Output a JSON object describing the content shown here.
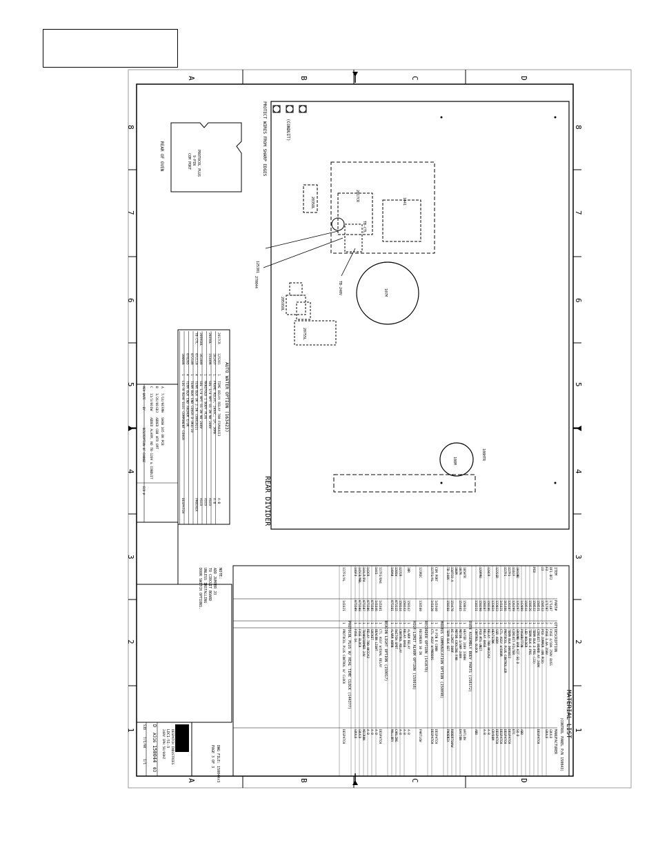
{
  "zone_letters": [
    "A",
    "B",
    "C",
    "D"
  ],
  "zone_numbers": [
    "8",
    "7",
    "6",
    "5",
    "4",
    "3",
    "2",
    "1"
  ],
  "notes": {
    "protect": "PROTECT WIRES FROM SHARP EDGES",
    "conduit": "(CONDUIT)",
    "rear_of_oven": "REAR OF OVEN",
    "protocol_port": [
      "PROTOCOL PLUS",
      "9-PIN",
      "COM PORT"
    ],
    "rear_divider": "REAR DIVIDER",
    "note_title": "NOTE:",
    "note_lines": [
      "ADD JUMPER J3",
      "TO CIRCUIT BOARD",
      "UNLESS INSTALLING",
      "DOOR SWITCH OPTIONS."
    ],
    "dwg_file": "DWG FILE: 150044r3",
    "page": "PAGE 3 OF 3"
  },
  "component_labels": [
    "2017CR",
    "TB-CTL",
    "1441",
    "2035OL",
    "2059SOL",
    "107M",
    "20755L",
    "TB-240V",
    "125301",
    "270044",
    "108M",
    "108HTR"
  ],
  "auto_water": {
    "title": "AUTO WATER OPTION (163423)",
    "rows": [
      [
        "2017CR",
        "125281",
        "1",
        "TIME DELAY RELAY 700-FSM4UU23",
        "A-B"
      ],
      [
        "",
        "161457",
        "1",
        "FRAME RELAY, 24VAC, 1P, 30MA",
        "A-B"
      ],
      [
        "2035OL",
        "153496",
        "1",
        "SOL 1/4 NPT SS 2W NO 240V",
        "ASCO"
      ],
      [
        "",
        "",
        "1",
        "MANIFOLD 1 BODY PLUG",
        "ASCO"
      ],
      [
        "2059SOL",
        "161409",
        "1",
        "SOL 1/4 NPT SS 2W NO 240V",
        "ASCO"
      ],
      [
        "TB-CTL",
        "072110",
        "4",
        "TERM BLK UK 2.5N (3001022)",
        "PHOENIX"
      ],
      [
        "",
        "072109",
        "1",
        "TERM BLK END COVER D-UK4/10",
        ""
      ],
      [
        "",
        "078265",
        "4",
        "TERM BLK END ANCHOR E/UK",
        ""
      ],
      [
        "",
        "166686",
        "1",
        "LOC-N REAR ELEC COMPONENT COVER",
        "DESPATCH"
      ]
    ]
  },
  "revisions": [
    [
      "A",
      "7/14/98",
      "RMH",
      "SHOW 105 ON PCB"
    ],
    [
      "B",
      "1/26/00",
      "GDJ",
      "ADDED CB8 WTR OPT"
    ],
    [
      "C",
      "11/3/00",
      "DW",
      "ADDED ALARM, NO TB-120V & CONDUIT"
    ]
  ],
  "rev_headers": [
    "REV",
    "DATE",
    "BY",
    "DESCRIPTION OF CHANGE",
    "ECO #"
  ],
  "material_list": {
    "title": "MATERIAL LIST",
    "subtitle": "(CONTROL PANEL P/N 150043)",
    "headers": [
      "ITEM",
      "PART#",
      "QTY",
      "DESCRIPTION",
      "MANUFACTURER"
    ],
    "rows": [
      [
        "BF1-BF2",
        "171407",
        "2",
        "FUSE 4/10A 250V BUSS",
        "GOULD"
      ],
      [
        "F3",
        "171707",
        "2",
        "FUSE 1.6A 250V",
        "GOULD"
      ],
      [
        "J3",
        "150533",
        "1",
        "PCB JUMPER (ON PCB)",
        ""
      ],
      [
        "",
        "150531",
        "1",
        "CIRCUIT BOARD AY 240V",
        "DESPATCH"
      ],
      [
        "PCB",
        "150532",
        "1",
        "TERM BLK 3 POS (J3)",
        ""
      ],
      [
        "",
        "150526",
        "1",
        "TERM BLK 4 POS",
        ""
      ],
      [
        "",
        "150544",
        "1",
        "LED HOLDER",
        ""
      ],
      [
        "",
        "142099",
        "1",
        "PUSHBUTTON",
        "ABB"
      ],
      [
        "104GND",
        "126297",
        "1",
        "GROUND BAR KIT-SQ D",
        "SQ-D"
      ],
      [
        "111CF",
        "126299",
        "1",
        "CIRCUIT FILTER",
        "ETC"
      ],
      [
        "117FG",
        "126287",
        "2",
        "TERM BLK 3001022",
        "DESPATCH"
      ],
      [
        "117FG",
        "161466",
        "1",
        "PROTOCOL PLUS CONTROLLER",
        "DESPATCH"
      ],
      [
        "",
        "141821",
        "1",
        "CTL ASSY W/DOOR",
        "DESPATCH"
      ],
      [
        "122SSR",
        "133033",
        "1",
        "SSR 480V",
        "DESPATCH"
      ],
      [
        "",
        "133034",
        "1",
        "HEATSINK",
        "CRYDOM"
      ],
      [
        "128CR",
        "150286",
        "1",
        "RELAY 700-HK32A2",
        "A-B"
      ],
      [
        "",
        "150287",
        "1",
        "RELAY BASE",
        "A-B"
      ],
      [
        "129PMU",
        "150290",
        "1",
        "PCB MTG UNIT",
        ""
      ],
      [
        "",
        "118311",
        "1",
        "CONTROL BLOCK",
        "ABB"
      ]
    ]
  },
  "oven_assembly": {
    "title": "OVEN ASSEMBLY BODY PARTS (158172)",
    "rows": [
      [
        "105HTR",
        "150034",
        "1",
        "HEATER 240V 3300W",
        "WATLOW"
      ],
      [
        "107M",
        "154465",
        "1",
        "MOTOR 1/3HP 240V",
        "DAYTON"
      ],
      [
        "108M",
        "",
        "1",
        "MOTOR COOLING FAN",
        ""
      ],
      [
        "110TCO-A",
        "154470",
        "1",
        "HI-LIMIT 500F",
        "ROBERTSHAW"
      ],
      [
        "TB-240V",
        "150288",
        "1",
        "TERM BLK SET",
        "PHOENIX"
      ]
    ]
  },
  "modbus": {
    "title": "MODBUS COMMUNICATION OPTION (150098)",
    "rows": [
      [
        "COM PORT",
        "141940",
        "1",
        "9 PIN D CONN",
        "DESPATCH"
      ],
      [
        "117FG/AL",
        "141820",
        "1",
        "CTL ASSY W/MODBUS",
        "DESPATCH"
      ]
    ]
  },
  "recorder": {
    "title": "RECORDER OPTION (141878)",
    "rows": [
      [
        "123REC",
        "138580",
        "1",
        "RECORDER 10 IN",
        "PARTLOW"
      ]
    ]
  },
  "hi_limit": {
    "title": "HIGH-LIMIT ALARM OPTION (150018)",
    "rows": [
      [
        "30R",
        "150142",
        "1",
        "ALARM RELAY",
        "A-B"
      ],
      [
        "",
        "150143",
        "1",
        "RELAY BASE",
        "A-B"
      ],
      [
        "127CR",
        "150144",
        "1",
        "CONTROL RELAY",
        "A-B"
      ],
      [
        "138SW",
        "073115",
        "1",
        "SWITCH SPDT",
        "CARLING"
      ],
      [
        "140AH",
        "075381",
        "1",
        "ALARM HORN",
        "MALLORY"
      ]
    ]
  },
  "beacon": {
    "title": "BEACON LIGHT OPTION (150017)",
    "rows": [
      [
        "117FG/BA4",
        "141881",
        "1",
        "CTL ASSY W/DUAL RELAY",
        "DESPATCH"
      ],
      [
        "1441",
        "141846",
        "1",
        "BEACON LIGHT",
        "A-B"
      ],
      [
        "",
        "075505",
        "1",
        "SOCKET",
        "A-B"
      ],
      [
        "143CR",
        "075506",
        "1",
        "RELAY 700-HK32A2",
        "A-B"
      ],
      [
        "144LP/PU",
        "075507",
        "1",
        "TRANSFORMER 24V",
        "MICRON"
      ],
      [
        "145CB/MBL",
        "075508",
        "1",
        "FUSE BLOCK",
        "GOULD"
      ],
      [
        "146FU",
        "075509",
        "1",
        "FUSE 1A",
        "GOULD"
      ]
    ]
  },
  "rtc": {
    "title": "PROTOCOL PLUS W/ REAL TIME CLOCK (144377)",
    "rows": [
      [
        "117FG/AL",
        "141821",
        "1",
        "PROTOCOL PLUS CONTROL W/ CLOCK",
        "DESPATCH"
      ]
    ]
  },
  "title_block": {
    "company": "Despatch",
    "company_sub": "DESPATCH INDUSTRIES",
    "drawing_title": "LDC1-51-3",
    "drawing_sub": "240V 1PH 50/60HZ",
    "size": "D",
    "sheet": "A316",
    "dwg_no": "150044",
    "rev": "03",
    "drawn_by": "SJD",
    "date": "7/1/98",
    "scale": "1/1"
  }
}
